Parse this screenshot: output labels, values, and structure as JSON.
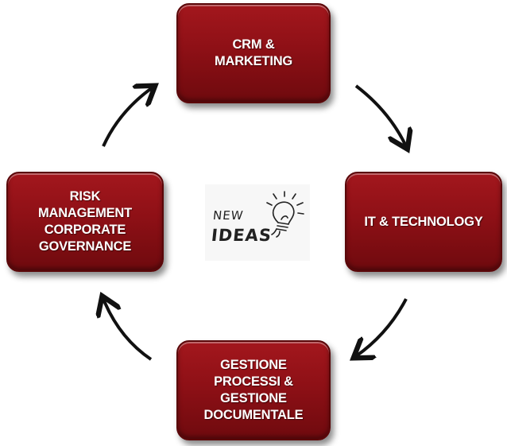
{
  "diagram": {
    "nodes": {
      "top": {
        "label": "CRM &\nMARKETING"
      },
      "right": {
        "label": "IT  & TECHNOLOGY"
      },
      "bottom": {
        "label": "GESTIONE\nPROCESSI &\nGESTIONE\nDOCUMENTALE"
      },
      "left": {
        "label": "RISK\nMANAGEMENT\nCORPORATE\nGOVERNANCE"
      }
    },
    "center": {
      "line1": "NEW",
      "line2": "IDEAS"
    },
    "cycle_order": [
      "top",
      "right",
      "bottom",
      "left"
    ],
    "colors": {
      "box_fill": "#8e1016",
      "box_text": "#ffffff",
      "arrow": "#111111"
    },
    "icons": [
      "curved-arrow-icon",
      "lightbulb-icon"
    ]
  }
}
